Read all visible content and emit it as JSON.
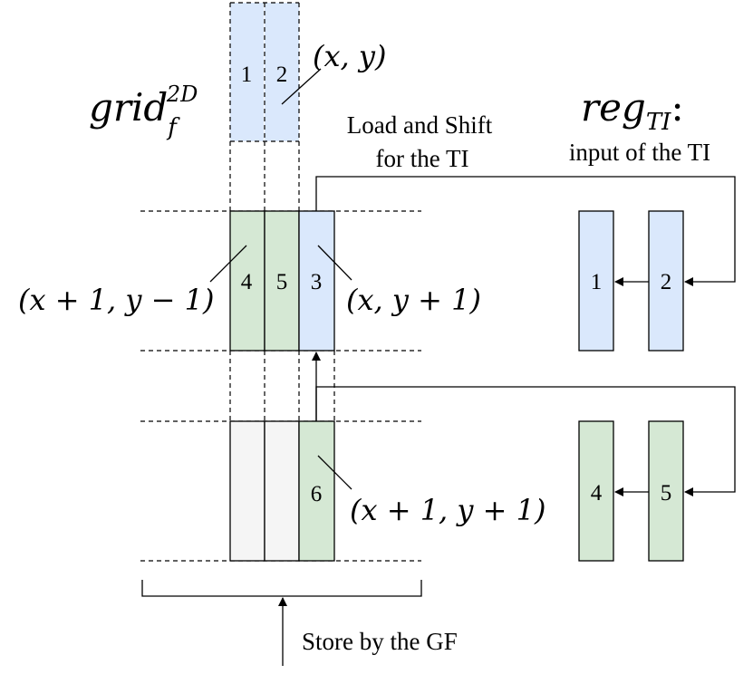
{
  "grid_label": {
    "main": "grid",
    "sub": "f",
    "sup": "2D"
  },
  "reg_label": {
    "main": "reg",
    "sub": "TI",
    "suffix": ":"
  },
  "reg_caption": "input of the TI",
  "load_shift_label": [
    "Load and Shift",
    "for the TI"
  ],
  "store_label": "Store by the GF",
  "coords": {
    "top": "(x, y)",
    "middle_left": "(x + 1, y − 1)",
    "middle_right": "(x, y + 1)",
    "bottom_right": "(x + 1, y + 1)"
  },
  "cells": {
    "top": [
      "1",
      "2"
    ],
    "middle": [
      "4",
      "5",
      "3"
    ],
    "bottom": [
      "",
      "",
      "6"
    ],
    "reg_blue": [
      "1",
      "2"
    ],
    "reg_green": [
      "4",
      "5"
    ]
  },
  "colors": {
    "blue_fill": "#dae8fc",
    "green_fill": "#d5e8d4",
    "gray_fill": "#f5f5f5",
    "stroke": "#000000"
  }
}
